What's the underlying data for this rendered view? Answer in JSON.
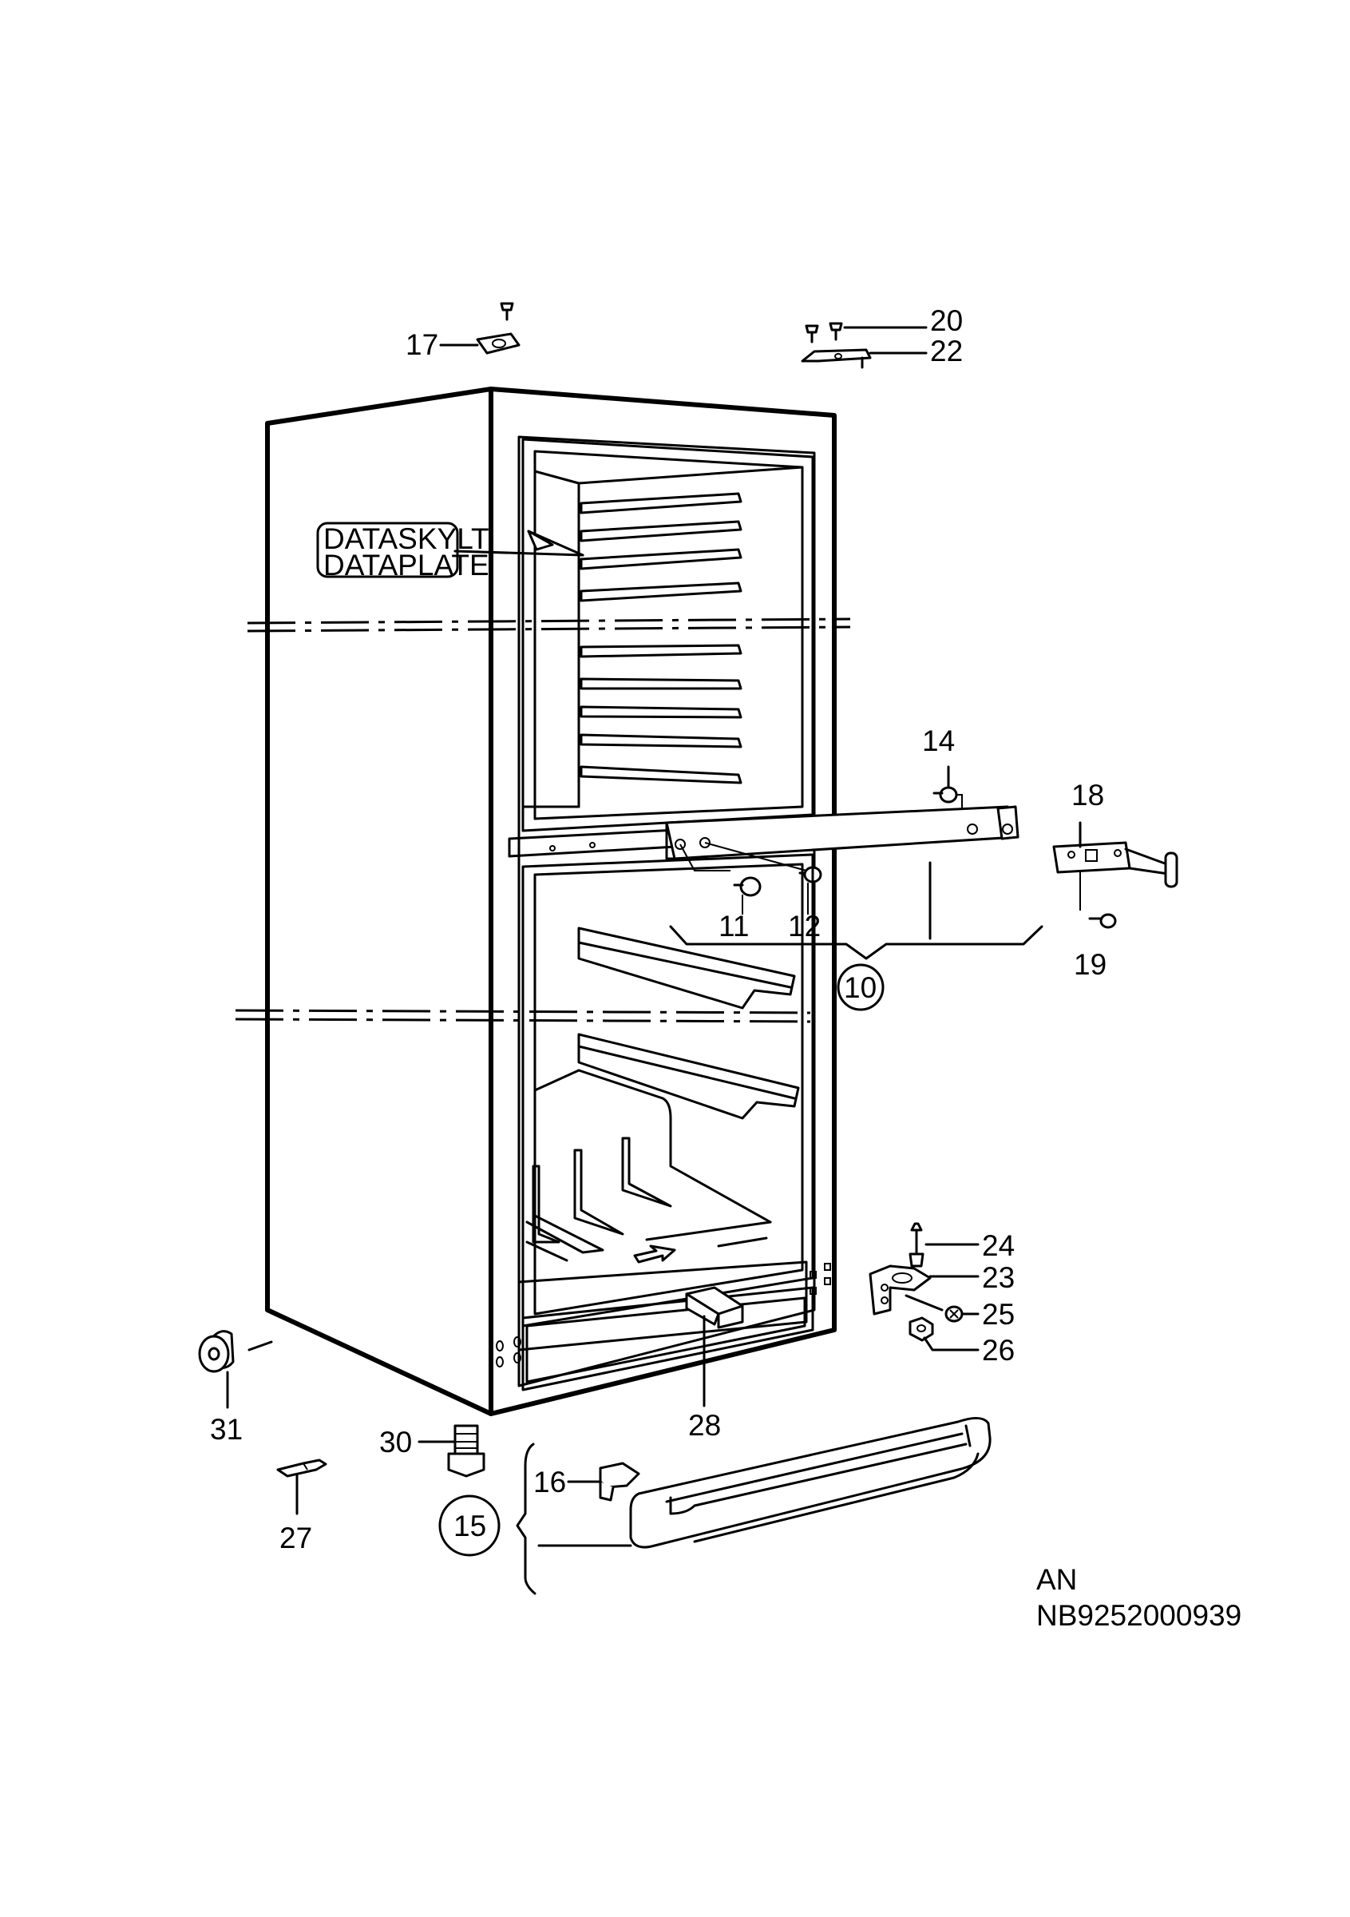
{
  "diagram": {
    "callouts": [
      {
        "id": "c17",
        "text": "17"
      },
      {
        "id": "c20",
        "text": "20"
      },
      {
        "id": "c22",
        "text": "22"
      },
      {
        "id": "c14",
        "text": "14"
      },
      {
        "id": "c18",
        "text": "18"
      },
      {
        "id": "c11",
        "text": "11"
      },
      {
        "id": "c12",
        "text": "12"
      },
      {
        "id": "c10",
        "text": "10"
      },
      {
        "id": "c19",
        "text": "19"
      },
      {
        "id": "c24",
        "text": "24"
      },
      {
        "id": "c23",
        "text": "23"
      },
      {
        "id": "c25",
        "text": "25"
      },
      {
        "id": "c26",
        "text": "26"
      },
      {
        "id": "c31",
        "text": "31"
      },
      {
        "id": "c28",
        "text": "28"
      },
      {
        "id": "c30",
        "text": "30"
      },
      {
        "id": "c16",
        "text": "16"
      },
      {
        "id": "c15",
        "text": "15"
      },
      {
        "id": "c27",
        "text": "27"
      }
    ],
    "dataplate": {
      "line1": "DATASKYLT",
      "line2": "DATAPLATE"
    },
    "footer": {
      "line1": "AN",
      "line2": "NB9252000939"
    }
  }
}
